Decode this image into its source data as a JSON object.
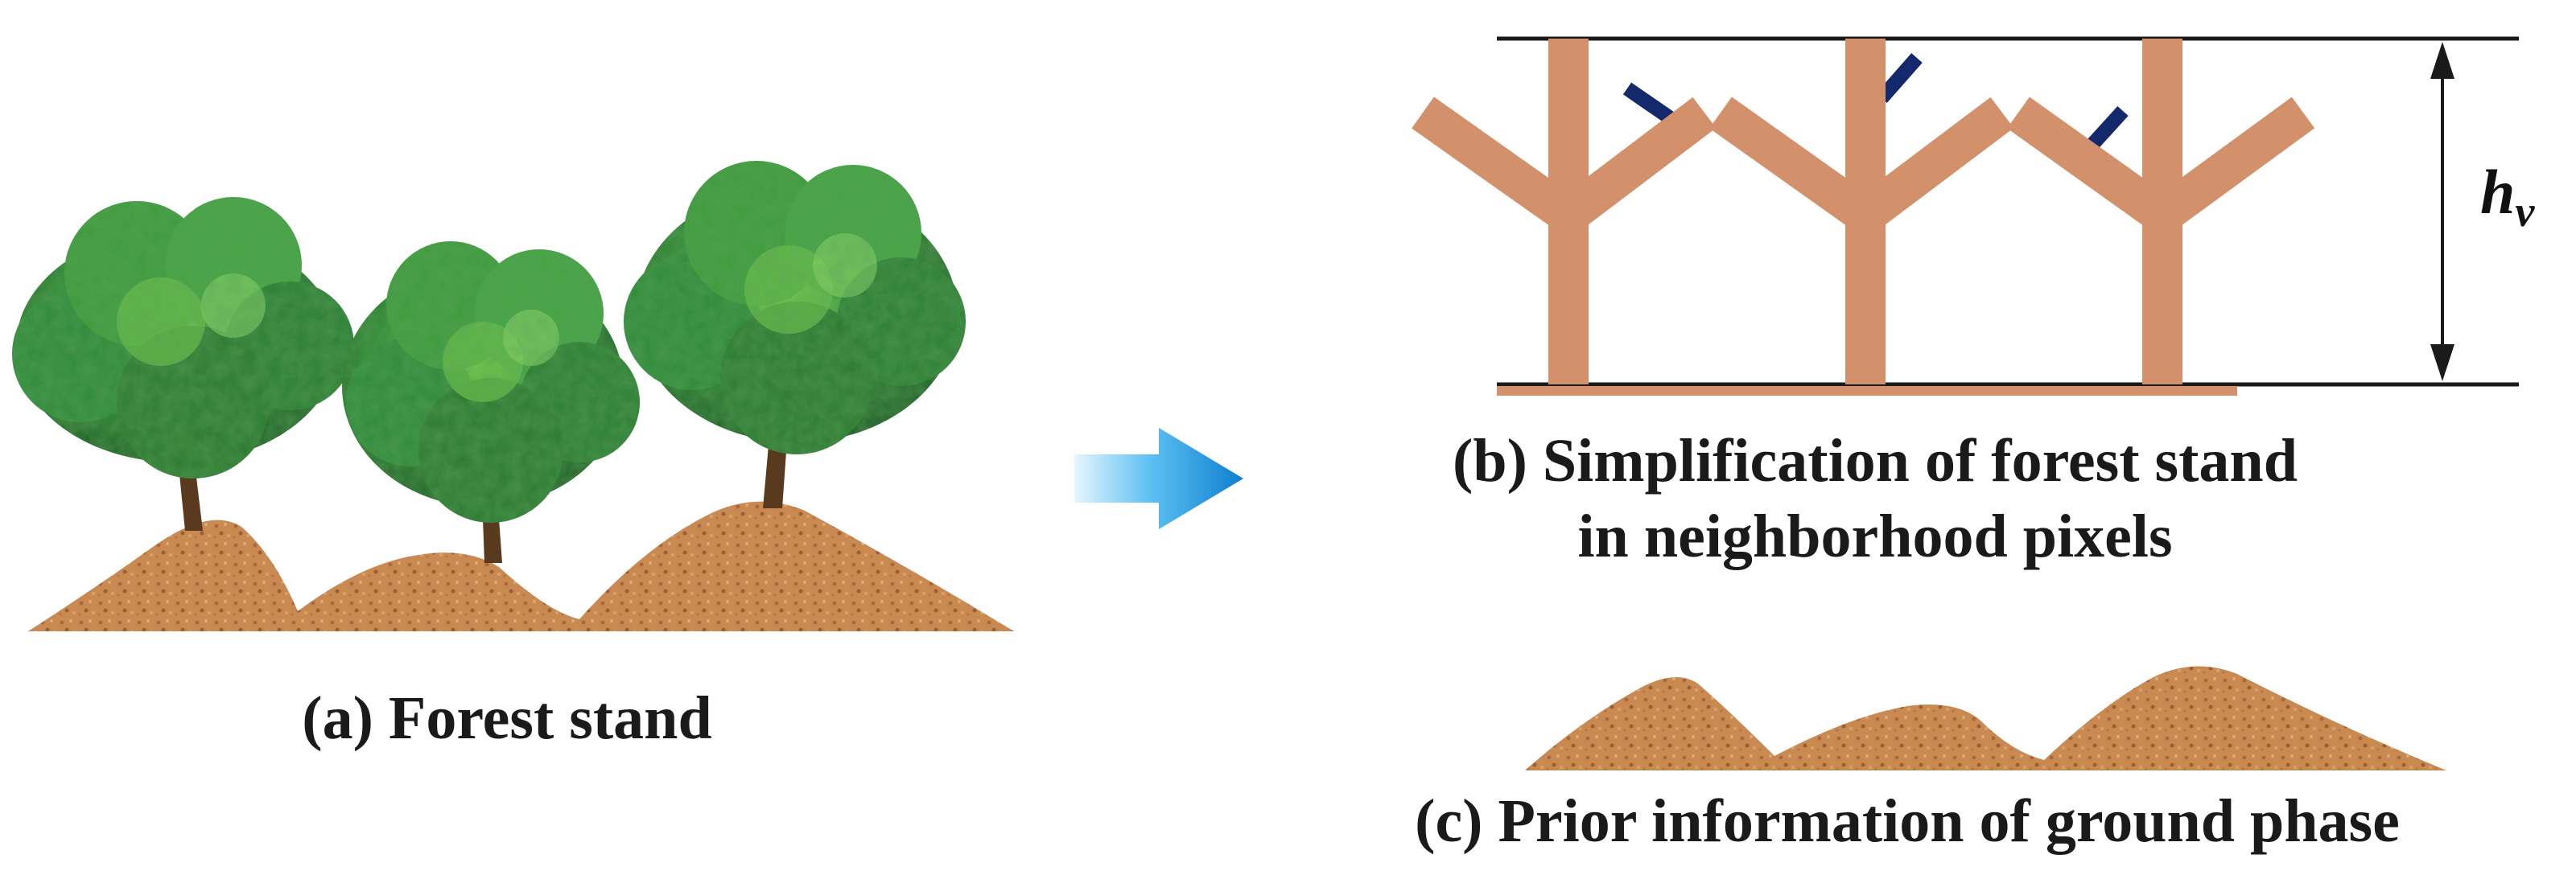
{
  "panel_a": {
    "caption": "(a) Forest stand"
  },
  "panel_b": {
    "caption_line1": "(b) Simplification of forest stand",
    "caption_line2": "in neighborhood pixels",
    "height_symbol": "h",
    "height_subscript": "v"
  },
  "panel_c": {
    "caption": "(c) Prior information of ground phase"
  },
  "colors": {
    "foliage_dark": "#1f6b2a",
    "foliage_mid": "#2e8b3a",
    "foliage_light": "#6cc04a",
    "trunk": "#5a3a1e",
    "soil": "#c98a52",
    "soil_dark": "#a8683a",
    "branch": "#d2916a",
    "leaf_dash": "#14296b",
    "arrow": "#1592e0",
    "line": "#1a1a1a"
  }
}
